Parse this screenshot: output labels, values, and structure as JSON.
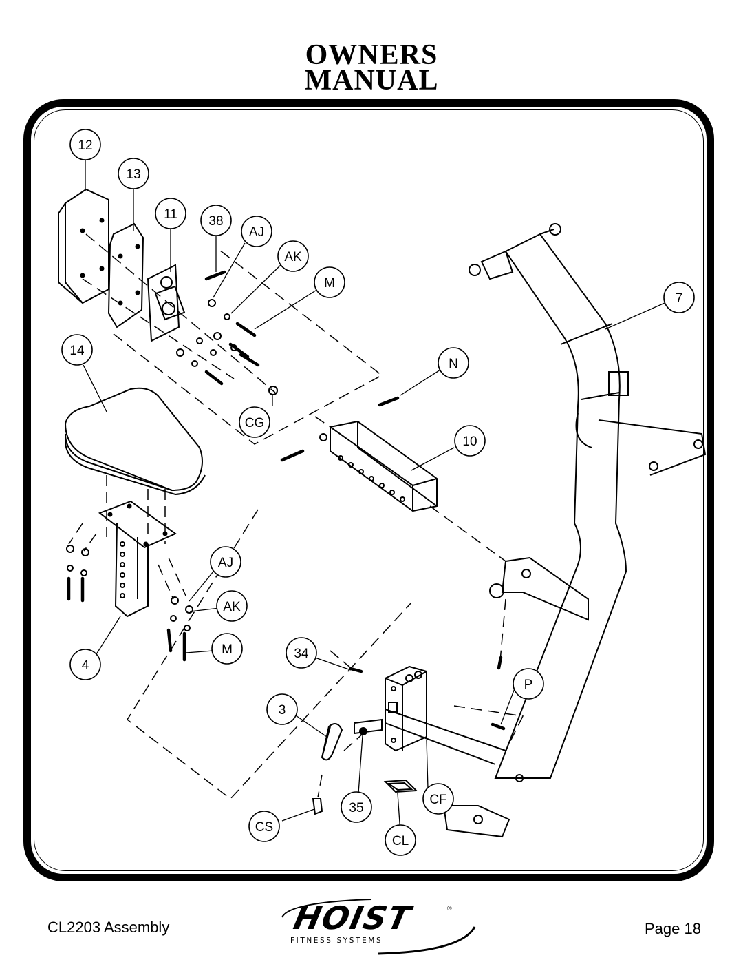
{
  "header": {
    "title_line1": "OWNERS",
    "title_line2": "MANUAL"
  },
  "footer": {
    "left": "CL2203 Assembly",
    "right": "Page 18"
  },
  "logo": {
    "name": "HOIST",
    "tagline": "FITNESS SYSTEMS",
    "mark": "®"
  },
  "callouts": {
    "c12": "12",
    "c13": "13",
    "c11": "11",
    "c38": "38",
    "cAJ1": "AJ",
    "cAK1": "AK",
    "cM1": "M",
    "c7": "7",
    "c14": "14",
    "cN": "N",
    "cCG": "CG",
    "c10": "10",
    "cAJ2": "AJ",
    "cAK2": "AK",
    "cM2": "M",
    "c4": "4",
    "c34": "34",
    "cP": "P",
    "c3": "3",
    "cCF": "CF",
    "c35": "35",
    "cCS": "CS",
    "cCL": "CL"
  }
}
